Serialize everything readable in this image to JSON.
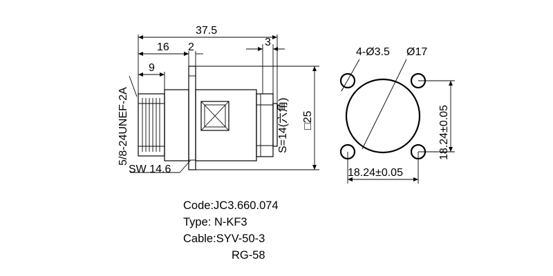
{
  "dimensions": {
    "overall_length": "37.5",
    "flange_to_end": "16",
    "flange_thickness": "2",
    "thread_length": "9",
    "rear_step": "3",
    "thread_spec": "5/8-24UNEF-2A",
    "wrench_size_front": "SW 14.6",
    "hex_size_rear": "S=14(六角)",
    "flange_square": "□25",
    "hole_spec": "4-Ø3.5",
    "body_diameter": "Ø17",
    "hole_spacing_vertical": "18.24±0.05",
    "hole_spacing_horizontal": "18.24±0.05"
  },
  "spec": {
    "code": "Code:JC3.660.074",
    "type": "Type: N-KF3",
    "cable": "Cable:SYV-50-3",
    "cable_alt": "RG-58"
  }
}
